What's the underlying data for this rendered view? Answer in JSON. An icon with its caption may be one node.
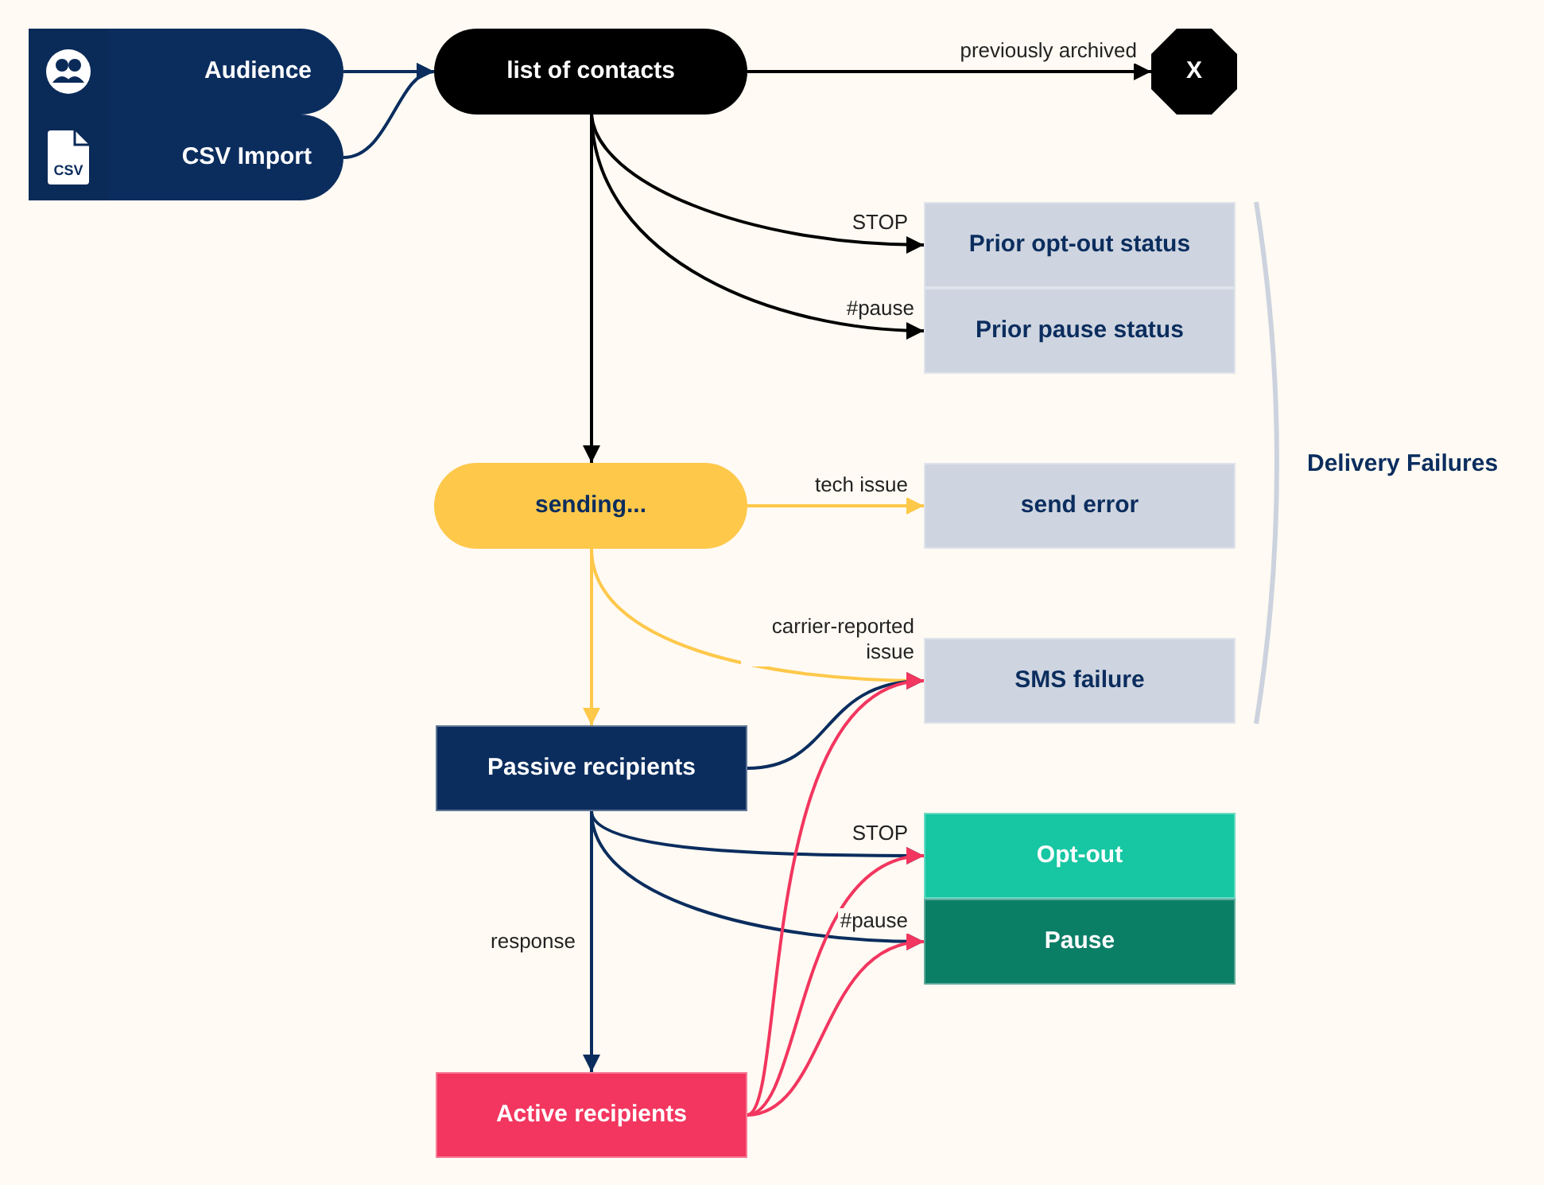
{
  "diagram": {
    "nodes": [
      {
        "text": [
          "Audience"
        ]
      },
      {
        "text": [
          "CSV Import"
        ]
      },
      {
        "text": [
          "list of contacts"
        ]
      },
      {
        "text": [
          "X"
        ]
      },
      {
        "text": [
          "Prior opt-out status"
        ]
      },
      {
        "text": [
          "Prior pause status"
        ]
      },
      {
        "text": [
          "sending..."
        ]
      },
      {
        "text": [
          "send error"
        ]
      },
      {
        "text": [
          "SMS failure"
        ]
      },
      {
        "text": [
          "Passive recipients"
        ]
      },
      {
        "text": [
          "Opt-out"
        ]
      },
      {
        "text": [
          "Pause"
        ]
      },
      {
        "text": [
          "Active recipients"
        ]
      }
    ],
    "edges": [
      {
        "from": 0,
        "to": 2,
        "arrow": "to"
      },
      {
        "from": 1,
        "to": 2,
        "arrow": "to"
      },
      {
        "from": 2,
        "to": 3,
        "arrow": "to",
        "label": "previously archived",
        "color": "#000000"
      },
      {
        "from": 2,
        "to": 4,
        "arrow": "to",
        "label": "STOP",
        "color": "#000000"
      },
      {
        "from": 2,
        "to": 5,
        "arrow": "to",
        "label": "#pause",
        "color": "#000000"
      },
      {
        "from": 2,
        "to": 6,
        "arrow": "to",
        "color": "#000000"
      },
      {
        "from": 6,
        "to": 7,
        "arrow": "to",
        "label": "tech issue",
        "color": "#fec84a"
      },
      {
        "from": 6,
        "to": 8,
        "arrow": "to",
        "label": "carrier-reported issue",
        "color": "#fec84a"
      },
      {
        "from": 6,
        "to": 9,
        "arrow": "to",
        "color": "#fec84a"
      },
      {
        "from": 9,
        "to": 8,
        "arrow": "to"
      },
      {
        "from": 9,
        "to": 10,
        "arrow": "to",
        "label": "STOP"
      },
      {
        "from": 9,
        "to": 11,
        "arrow": "to",
        "label": "#pause"
      },
      {
        "from": 9,
        "to": 12,
        "arrow": "to",
        "label": "response"
      },
      {
        "from": 12,
        "to": 8,
        "arrow": "to",
        "color": "#f2365f"
      },
      {
        "from": 12,
        "to": 10,
        "arrow": "to",
        "color": "#f2365f"
      },
      {
        "from": 12,
        "to": 11,
        "arrow": "to",
        "color": "#f2365f"
      }
    ],
    "labels": [
      "CSV",
      "Delivery Failures"
    ]
  }
}
